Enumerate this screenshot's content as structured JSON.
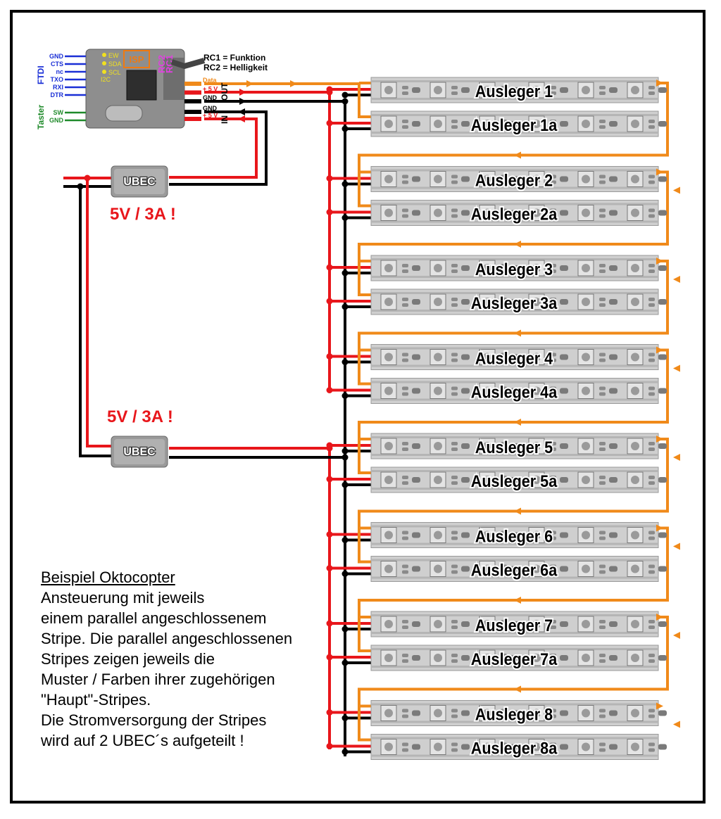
{
  "controller": {
    "ftdi_label": "FTDI",
    "ftdi_pins": [
      "GND",
      "CTS",
      "nc",
      "TXO",
      "RXI",
      "DTR"
    ],
    "taster_label": "Taster",
    "taster_pins": [
      "SW",
      "GND"
    ],
    "out_label": "OUT",
    "out_pins": [
      "Data",
      "+ 5 V",
      "GND"
    ],
    "in_label": "IN",
    "in_pins": [
      "GND",
      "+ 5 V"
    ],
    "isp_label": "ISP",
    "i2c_label": "I2C",
    "i2c_pins": [
      "EW",
      "SDA",
      "SCL"
    ],
    "rc_labels": [
      "RC2",
      "RC1"
    ],
    "rc_notes": [
      "RC1 = Funktion",
      "RC2 = Helligkeit"
    ]
  },
  "ubec": {
    "label": "UBEC",
    "rating": "5V / 3A !"
  },
  "strips": [
    "Ausleger 1",
    "Ausleger 1a",
    "Ausleger 2",
    "Ausleger 2a",
    "Ausleger 3",
    "Ausleger 3a",
    "Ausleger 4",
    "Ausleger 4a",
    "Ausleger 5",
    "Ausleger 5a",
    "Ausleger 6",
    "Ausleger 6a",
    "Ausleger 7",
    "Ausleger 7a",
    "Ausleger 8",
    "Ausleger 8a"
  ],
  "description": {
    "title": "Beispiel Oktocopter",
    "lines": [
      "Ansteuerung mit jeweils",
      "einem parallel angeschlossenem",
      "Stripe. Die parallel angeschlossenen",
      "Stripes zeigen jeweils die",
      "Muster / Farben ihrer zugehörigen",
      "\"Haupt\"-Stripes.",
      "Die Stromversorgung der Stripes",
      "wird auf 2 UBEC´s aufgeteilt !"
    ]
  },
  "colors": {
    "data_wire": "#f08a1a",
    "plus_wire": "#e8161b",
    "gnd_wire": "#000000",
    "ftdi_wire": "#1a2fd6",
    "taster_wire": "#1f8a2a",
    "strip_body": "#cfcfcf",
    "rating_text": "#e8161b",
    "i2c_text": "#f0e020",
    "rc_text": "#e040e0",
    "isp_frame": "#f07a10"
  }
}
